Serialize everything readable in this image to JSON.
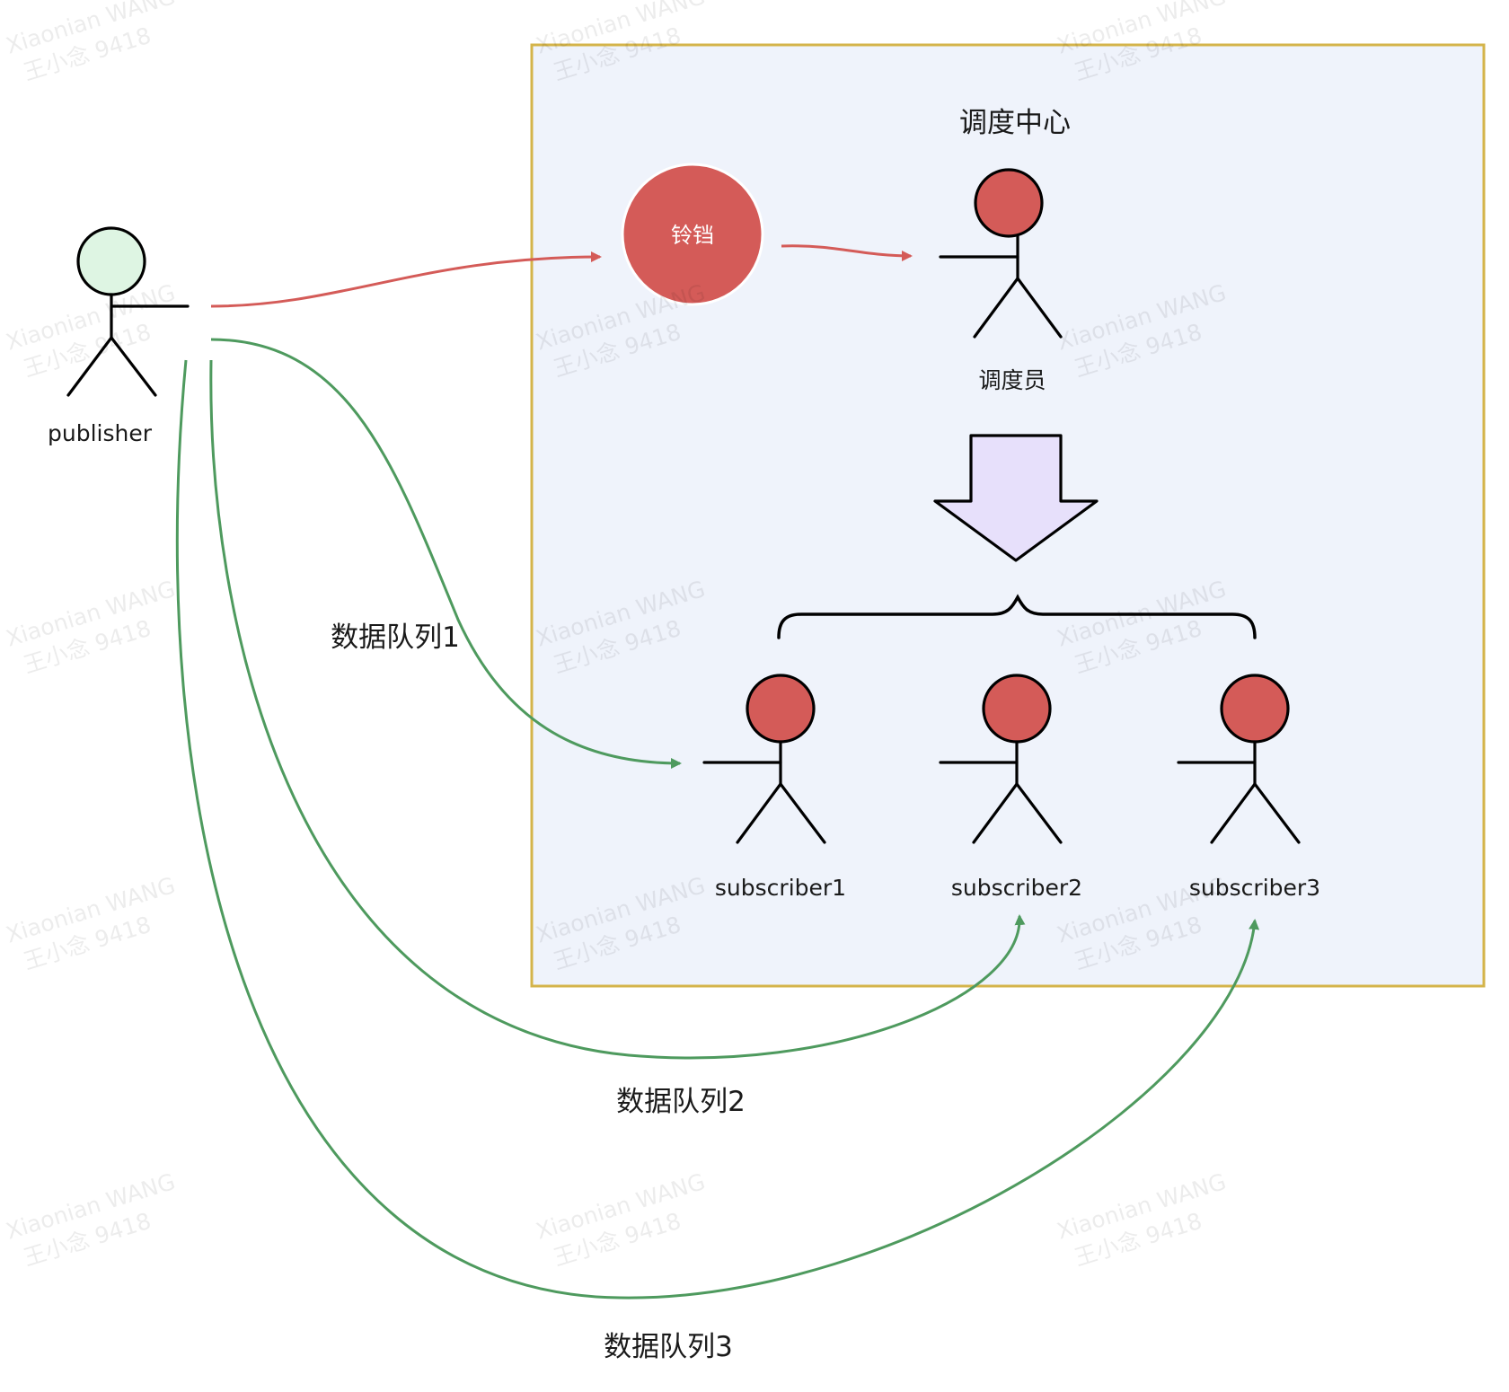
{
  "group": {
    "title": "调度中心",
    "fill": "#eff3fb",
    "border": "#d4b44a"
  },
  "event": {
    "label": "铃铛",
    "fill": "#d45b58"
  },
  "actors": {
    "publisher": {
      "label": "publisher",
      "head_fill": "#def5e3"
    },
    "dispatcher": {
      "label": "调度员",
      "head_fill": "#d45b58"
    },
    "subscriber1": {
      "label": "subscriber1",
      "head_fill": "#d45b58"
    },
    "subscriber2": {
      "label": "subscriber2",
      "head_fill": "#d45b58"
    },
    "subscriber3": {
      "label": "subscriber3",
      "head_fill": "#d45b58"
    }
  },
  "queues": [
    {
      "label": "数据队列1"
    },
    {
      "label": "数据队列2"
    },
    {
      "label": "数据队列3"
    }
  ],
  "colors": {
    "event_flow": "#d45b58",
    "data_flow": "#4e9a5e",
    "down_arrow_fill": "#e7e0fb"
  },
  "watermark": {
    "line1": "Xiaonian WANG",
    "line2": "王小念 9418"
  }
}
